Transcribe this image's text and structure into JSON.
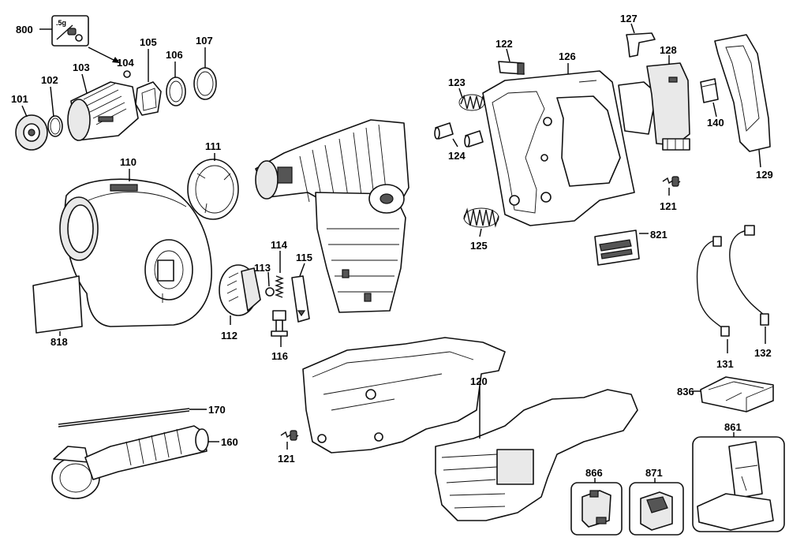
{
  "labels": {
    "l800": "800",
    "kit_800": ".5g",
    "l101": "101",
    "l102": "102",
    "l103": "103",
    "l104": "104",
    "l105": "105",
    "l106": "106",
    "l107": "107",
    "l110": "110",
    "l111": "111",
    "l112": "112",
    "l113": "113",
    "l114": "114",
    "l115": "115",
    "l116": "116",
    "l818": "818",
    "l122": "122",
    "l123": "123",
    "l124": "124",
    "l125": "125",
    "l126": "126",
    "l127": "127",
    "l128": "128",
    "l129": "129",
    "l140": "140",
    "l121a": "121",
    "l821": "821",
    "l131": "131",
    "l132": "132",
    "l120": "120",
    "l121b": "121",
    "l170": "170",
    "l160": "160",
    "l836": "836",
    "l861": "861",
    "l866": "866",
    "l871": "871"
  }
}
